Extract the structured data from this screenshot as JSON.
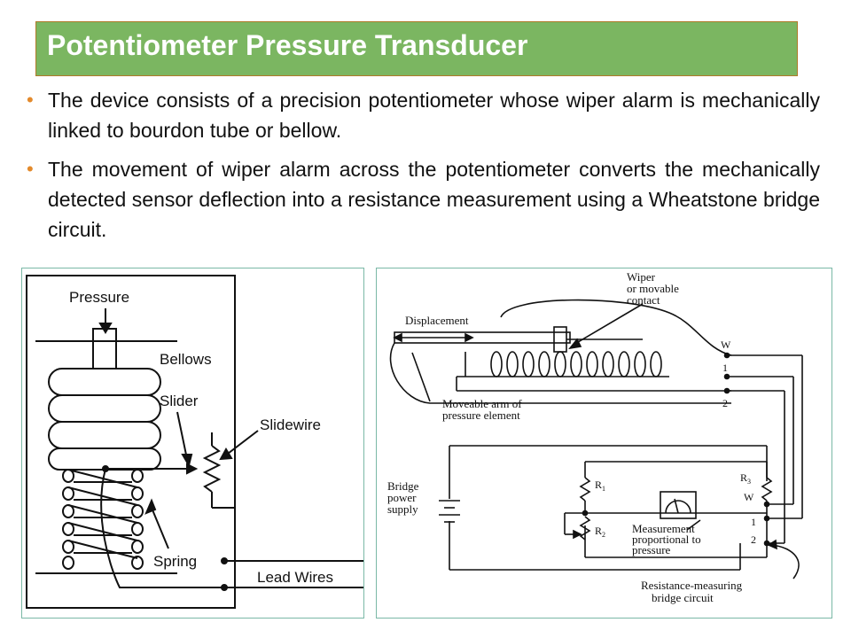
{
  "title": "Potentiometer Pressure Transducer",
  "bullets": [
    "The device consists of a precision potentiometer whose wiper alarm is mechanically linked to bourdon tube or bellow.",
    "The movement of wiper alarm across the potentiometer converts the mechanically detected sensor deflection into a resistance measurement using a Wheatstone bridge circuit."
  ],
  "left_diagram": {
    "pressure": "Pressure",
    "bellows": "Bellows",
    "slider": "Slider",
    "slidewire": "Slidewire",
    "spring": "Spring",
    "lead_wires": "Lead Wires"
  },
  "right_diagram": {
    "wiper_line1": "Wiper",
    "wiper_line2": "or movable",
    "wiper_line3": "contact",
    "displacement": "Displacement",
    "arm_line1": "Moveable arm of",
    "arm_line2": "pressure element",
    "term_w": "W",
    "term_1": "1",
    "term_2": "2",
    "bridge_line1": "Bridge",
    "bridge_line2": "power",
    "bridge_line3": "supply",
    "r1": "R",
    "r1_sub": "1",
    "r2": "R",
    "r2_sub": "2",
    "r3": "R",
    "r3_sub": "3",
    "meas_line1": "Measurement",
    "meas_line2": "proportional to",
    "meas_line3": "pressure",
    "rm_line1": "Resistance-measuring",
    "rm_line2": "bridge circuit"
  },
  "colors": {
    "title_bg": "#7bb661",
    "bullet": "#e38a2c",
    "panel_border": "#7ab8a6"
  }
}
